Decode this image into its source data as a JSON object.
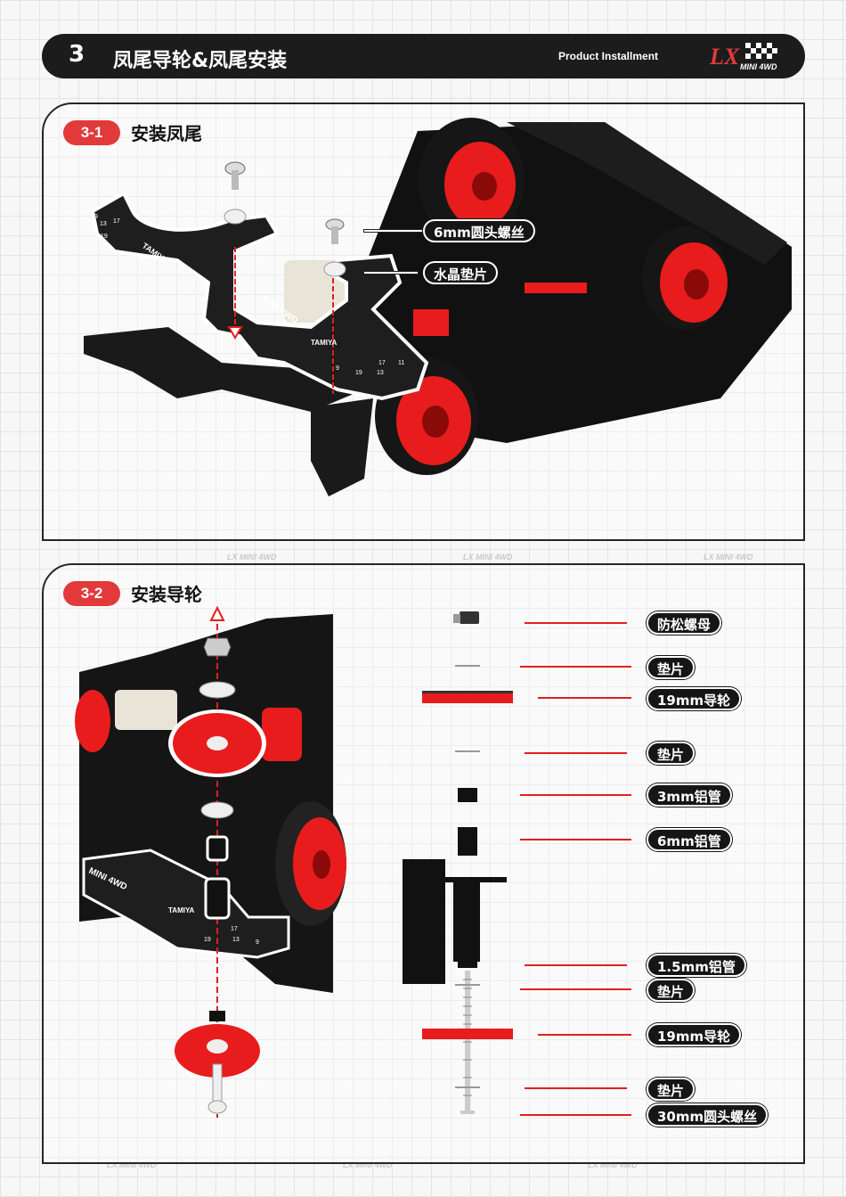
{
  "header": {
    "section_number": "3",
    "title": "凤尾导轮&凤尾安装",
    "subtitle": "Product Installment",
    "logo_text": "MINI 4WD"
  },
  "step1": {
    "badge": "3-1",
    "title": "安装凤尾",
    "labels": [
      "6mm圆头螺丝",
      "水晶垫片"
    ],
    "plate_text": [
      "TAMIYA",
      "MINI 4WD",
      "TAMIYA"
    ],
    "plate_numbers": [
      "9",
      "13",
      "17",
      "19",
      "11",
      "17",
      "13",
      "19",
      "9"
    ]
  },
  "step2": {
    "badge": "3-2",
    "title": "安装导轮",
    "labels": [
      "防松螺母",
      "垫片",
      "19mm导轮",
      "垫片",
      "3mm铝管",
      "6mm铝管",
      "1.5mm铝管",
      "垫片",
      "19mm导轮",
      "垫片",
      "30mm圆头螺丝"
    ],
    "plate_text": [
      "MINI 4WD",
      "TAMIYA"
    ],
    "plate_numbers": [
      "9",
      "13",
      "17",
      "19"
    ]
  },
  "watermark": "LX MINI 4WD",
  "colors": {
    "accent": "#e23a3a",
    "dark": "#1c1c1c",
    "part_red": "#e81c1c"
  }
}
